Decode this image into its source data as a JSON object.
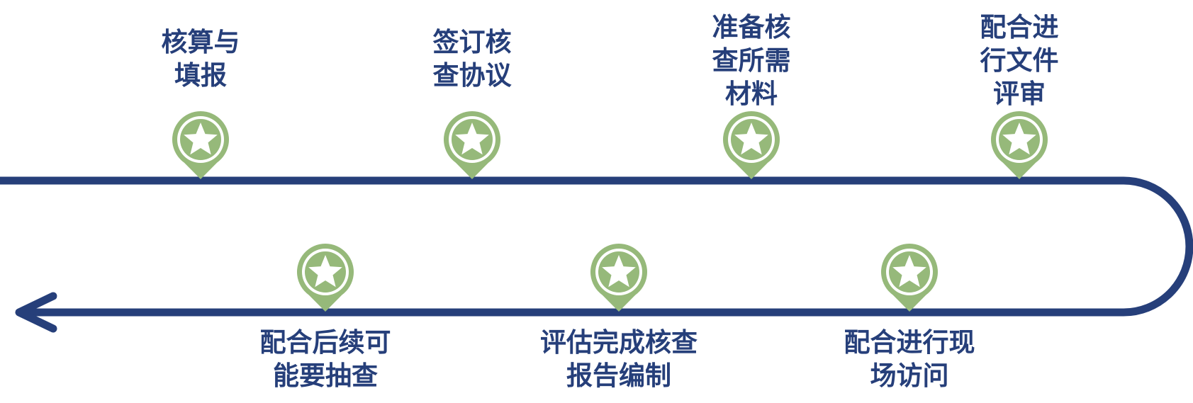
{
  "colors": {
    "track": "#263f7a",
    "pin": "#96b97a",
    "pin_inner": "#ffffff",
    "text": "#263f7a"
  },
  "icons": {
    "pin": "map-pin-star-icon",
    "arrow": "arrow-left-icon"
  },
  "steps_top": [
    {
      "lines": [
        "核算与",
        "填报"
      ]
    },
    {
      "lines": [
        "签订核",
        "查协议"
      ]
    },
    {
      "lines": [
        "准备核",
        "查所需",
        "材料"
      ]
    },
    {
      "lines": [
        "配合进",
        "行文件",
        "评审"
      ]
    }
  ],
  "steps_bottom": [
    {
      "lines": [
        "配合后续可",
        "能要抽查"
      ]
    },
    {
      "lines": [
        "评估完成核查",
        "报告编制"
      ]
    },
    {
      "lines": [
        "配合进行现",
        "场访问"
      ]
    }
  ]
}
